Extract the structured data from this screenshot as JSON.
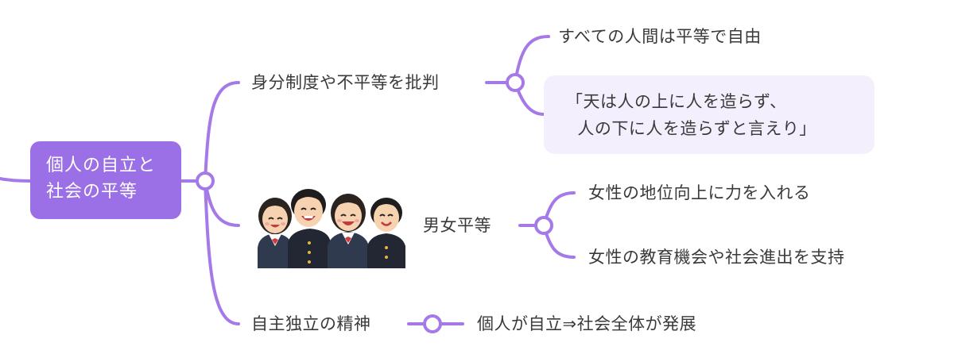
{
  "root": {
    "line1": "個人の自立と",
    "line2": "社会の平等"
  },
  "branches": {
    "critique": {
      "label": "身分制度や不平等を批判",
      "children": {
        "equality": "すべての人間は平等で自由",
        "quote_line1": "「天は人の上に人を造らず、",
        "quote_line2": "  人の下に人を造らずと言えり」"
      }
    },
    "gender": {
      "label": "男女平等",
      "children": {
        "status": "女性の地位向上に力を入れる",
        "education": "女性の教育機会や社会進出を支持"
      }
    },
    "independence": {
      "label": "自主独立の精神",
      "children": {
        "development": "個人が自立⇒社会全体が発展"
      }
    }
  },
  "colors": {
    "accent": "#9b6fe6",
    "highlight_bg": "#f4effc",
    "text": "#3a3a3a"
  }
}
